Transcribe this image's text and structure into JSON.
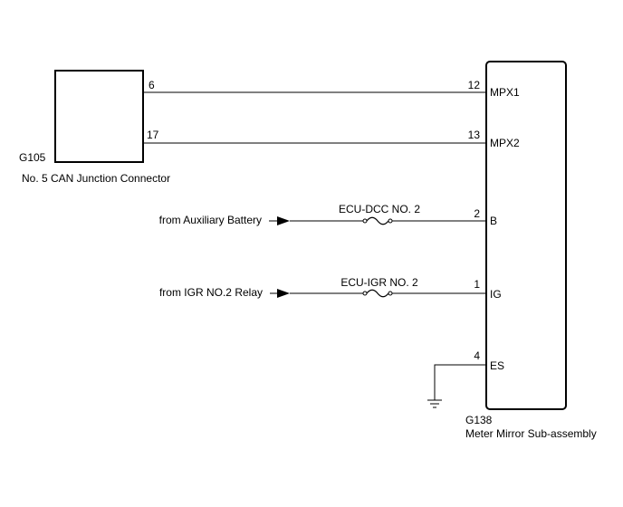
{
  "connector_g105": {
    "code": "G105",
    "name": "No. 5 CAN Junction Connector",
    "pins": {
      "mpx1_side": "6",
      "mpx2_side": "17"
    }
  },
  "component_g138": {
    "code": "G138",
    "name": "Meter Mirror Sub-assembly",
    "terminals": {
      "mpx1": {
        "pin": "12",
        "name": "MPX1"
      },
      "mpx2": {
        "pin": "13",
        "name": "MPX2"
      },
      "b": {
        "pin": "2",
        "name": "B"
      },
      "ig": {
        "pin": "1",
        "name": "IG"
      },
      "es": {
        "pin": "4",
        "name": "ES"
      }
    }
  },
  "sources": {
    "battery": "from Auxiliary Battery",
    "relay": "from IGR NO.2 Relay"
  },
  "fuses": {
    "dcc": "ECU-DCC NO. 2",
    "igr": "ECU-IGR NO. 2"
  },
  "icons": {
    "arrow": "arrow-right-icon",
    "fuse": "fuse-icon",
    "ground": "ground-icon"
  }
}
